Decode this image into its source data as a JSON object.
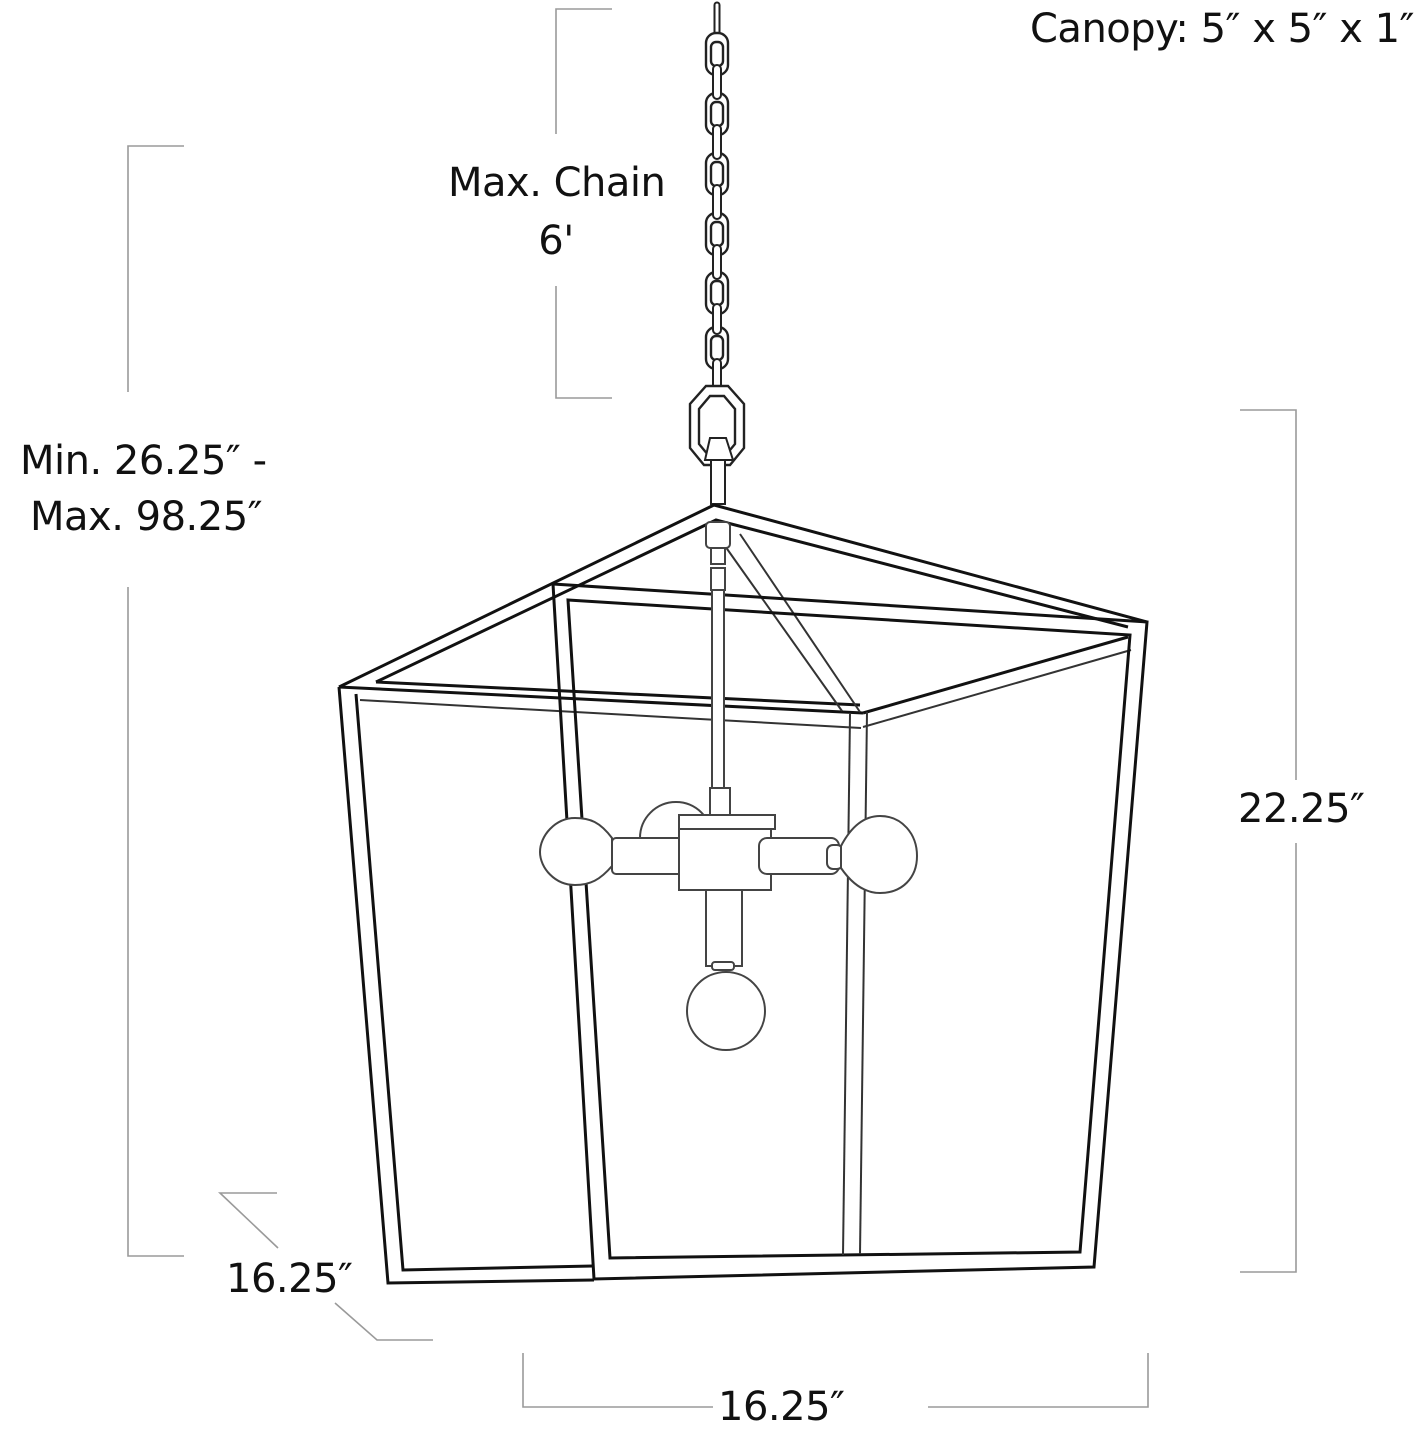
{
  "diagram": {
    "subject": "lantern-pendant-dimension-drawing",
    "canopy_label": "Canopy: 5″ x 5″ x 1″",
    "max_chain": {
      "line1": "Max. Chain",
      "line2": "6'"
    },
    "overall_height": {
      "line1": "Min. 26.25″ -",
      "line2": "Max. 98.25″"
    },
    "body_height_label": "22.25″",
    "depth_label": "16.25″",
    "width_label": "16.25″",
    "bulb_count": 4,
    "colors": {
      "line": "#111111",
      "dimension_line": "#9a9a9a",
      "background": "#ffffff"
    }
  }
}
